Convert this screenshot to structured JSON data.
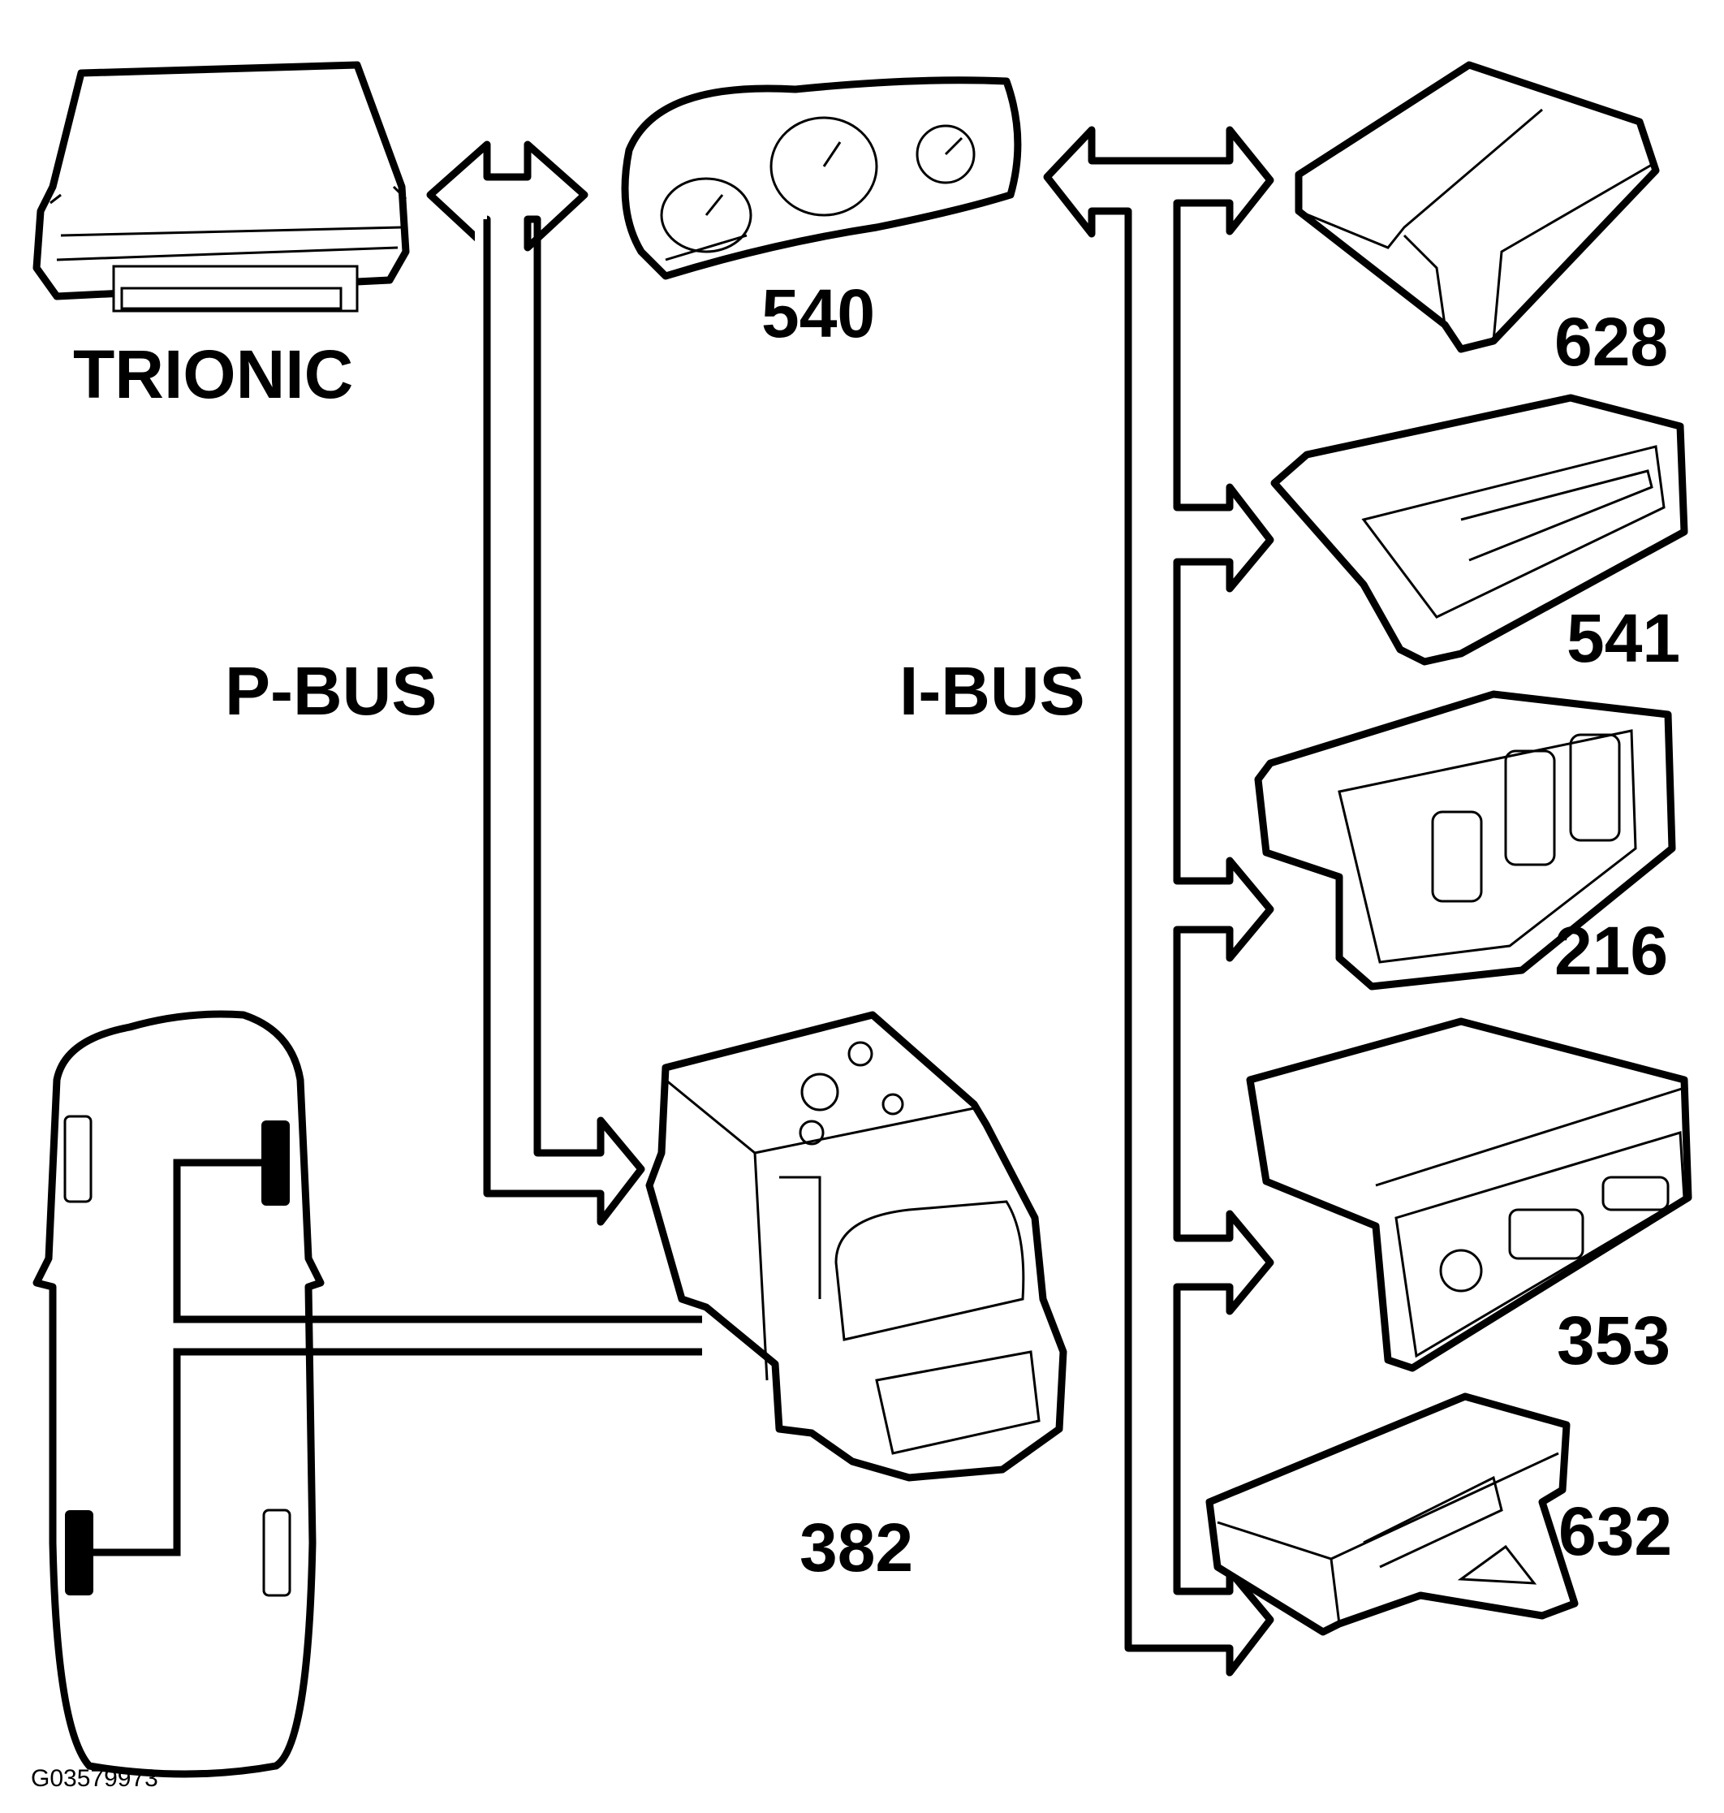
{
  "diagram": {
    "components": {
      "trionic": "TRIONIC",
      "instrument_cluster": "540",
      "unit_628": "628",
      "unit_541": "541",
      "unit_216": "216",
      "unit_353": "353",
      "unit_632": "632",
      "abs_unit": "382"
    },
    "buses": {
      "p_bus": "P-BUS",
      "i_bus": "I-BUS"
    },
    "figure_ref": "G03579973"
  }
}
